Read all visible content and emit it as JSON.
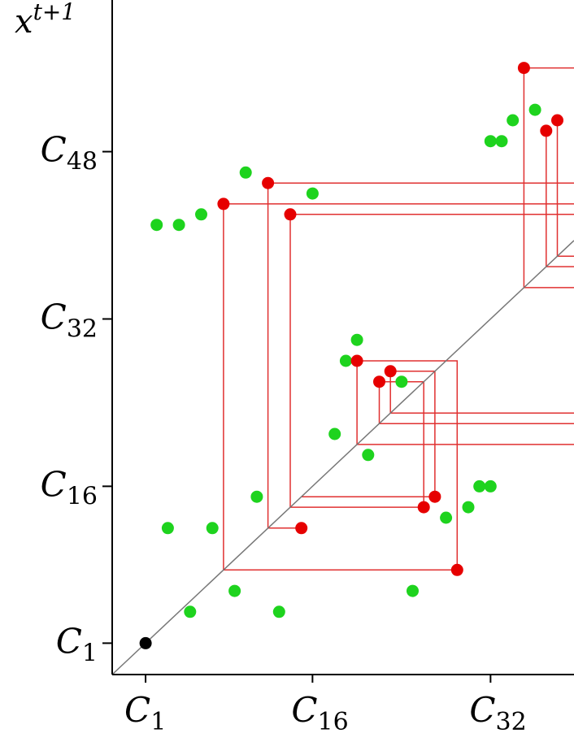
{
  "chart_data": {
    "type": "scatter",
    "title": "",
    "ylabel": "x^{t+1}",
    "xlabel": "",
    "xlim": [
      -2.0,
      39.5
    ],
    "ylim": [
      -2.0,
      62.5
    ],
    "x_ticks": [
      {
        "value": 1,
        "base": "C",
        "sub": "1"
      },
      {
        "value": 16,
        "base": "C",
        "sub": "16"
      },
      {
        "value": 32,
        "base": "C",
        "sub": "32"
      }
    ],
    "y_ticks": [
      {
        "value": 1,
        "base": "C",
        "sub": "1"
      },
      {
        "value": 16,
        "base": "C",
        "sub": "16"
      },
      {
        "value": 32,
        "base": "C",
        "sub": "32"
      },
      {
        "value": 48,
        "base": "C",
        "sub": "48"
      }
    ],
    "grid": false,
    "diagonal": {
      "from": [
        -2.0,
        -2.0
      ],
      "to": [
        39.5,
        39.5
      ],
      "color": "#777777"
    },
    "colors": {
      "start": "#000000",
      "orbit": "#e60000",
      "other": "#1ed31e",
      "cobweb": "#e03030"
    },
    "series": [
      {
        "role": "start",
        "points": [
          [
            1,
            1
          ]
        ]
      },
      {
        "role": "other",
        "points": [
          [
            2.0,
            41.0
          ],
          [
            4.0,
            41.0
          ],
          [
            6.0,
            42.0
          ],
          [
            10.0,
            46.0
          ],
          [
            16.0,
            44.0
          ],
          [
            3.0,
            12.0
          ],
          [
            7.0,
            12.0
          ],
          [
            5.0,
            4.0
          ],
          [
            9.0,
            6.0
          ],
          [
            13.0,
            4.0
          ],
          [
            11.0,
            15.0
          ],
          [
            18.0,
            21.0
          ],
          [
            19.0,
            28.0
          ],
          [
            20.0,
            30.0
          ],
          [
            21.0,
            19.0
          ],
          [
            24.0,
            26.0
          ],
          [
            25.0,
            6.0
          ],
          [
            28.0,
            13.0
          ],
          [
            30.0,
            14.0
          ],
          [
            31.0,
            16.0
          ],
          [
            32.0,
            16.0
          ],
          [
            32.0,
            49.0
          ],
          [
            33.0,
            49.0
          ],
          [
            34.0,
            51.0
          ],
          [
            36.0,
            52.0
          ]
        ]
      },
      {
        "role": "orbit",
        "points": [
          [
            35.0,
            56.0
          ],
          [
            37.0,
            50.0
          ],
          [
            38.0,
            51.0
          ],
          [
            8.0,
            43.0
          ],
          [
            12.0,
            45.0
          ],
          [
            14.0,
            42.0
          ],
          [
            20.0,
            28.0
          ],
          [
            22.0,
            26.0
          ],
          [
            23.0,
            27.0
          ],
          [
            15.0,
            12.0
          ],
          [
            26.0,
            14.0
          ],
          [
            27.0,
            15.0
          ],
          [
            29.0,
            8.0
          ]
        ]
      }
    ],
    "cobweb": [
      [
        [
          29.0,
          8.0
        ],
        [
          8.0,
          8.0
        ],
        [
          8.0,
          43.0
        ],
        [
          39.5,
          43.0
        ]
      ],
      [
        [
          12.0,
          45.0
        ],
        [
          39.5,
          45.0
        ]
      ],
      [
        [
          12.0,
          45.0
        ],
        [
          12.0,
          12.0
        ],
        [
          15.0,
          12.0
        ]
      ],
      [
        [
          14.0,
          42.0
        ],
        [
          39.5,
          42.0
        ]
      ],
      [
        [
          14.0,
          42.0
        ],
        [
          14.0,
          14.0
        ],
        [
          26.0,
          14.0
        ]
      ],
      [
        [
          15.0,
          15.0
        ],
        [
          27.0,
          15.0
        ],
        [
          27.0,
          27.0
        ],
        [
          23.0,
          27.0
        ]
      ],
      [
        [
          26.0,
          14.0
        ],
        [
          26.0,
          26.0
        ],
        [
          22.0,
          26.0
        ]
      ],
      [
        [
          22.0,
          26.0
        ],
        [
          22.0,
          22.0
        ],
        [
          39.5,
          22.0
        ]
      ],
      [
        [
          23.0,
          27.0
        ],
        [
          23.0,
          23.0
        ],
        [
          39.5,
          23.0
        ]
      ],
      [
        [
          20.0,
          28.0
        ],
        [
          29.0,
          28.0
        ],
        [
          29.0,
          8.0
        ]
      ],
      [
        [
          20.0,
          28.0
        ],
        [
          20.0,
          20.0
        ],
        [
          39.5,
          20.0
        ]
      ],
      [
        [
          35.0,
          56.0
        ],
        [
          39.5,
          56.0
        ]
      ],
      [
        [
          35.0,
          56.0
        ],
        [
          35.0,
          35.0
        ],
        [
          39.5,
          35.0
        ]
      ],
      [
        [
          37.0,
          50.0
        ],
        [
          37.0,
          37.0
        ],
        [
          39.5,
          37.0
        ]
      ],
      [
        [
          38.0,
          51.0
        ],
        [
          38.0,
          38.0
        ],
        [
          39.5,
          38.0
        ]
      ]
    ]
  }
}
